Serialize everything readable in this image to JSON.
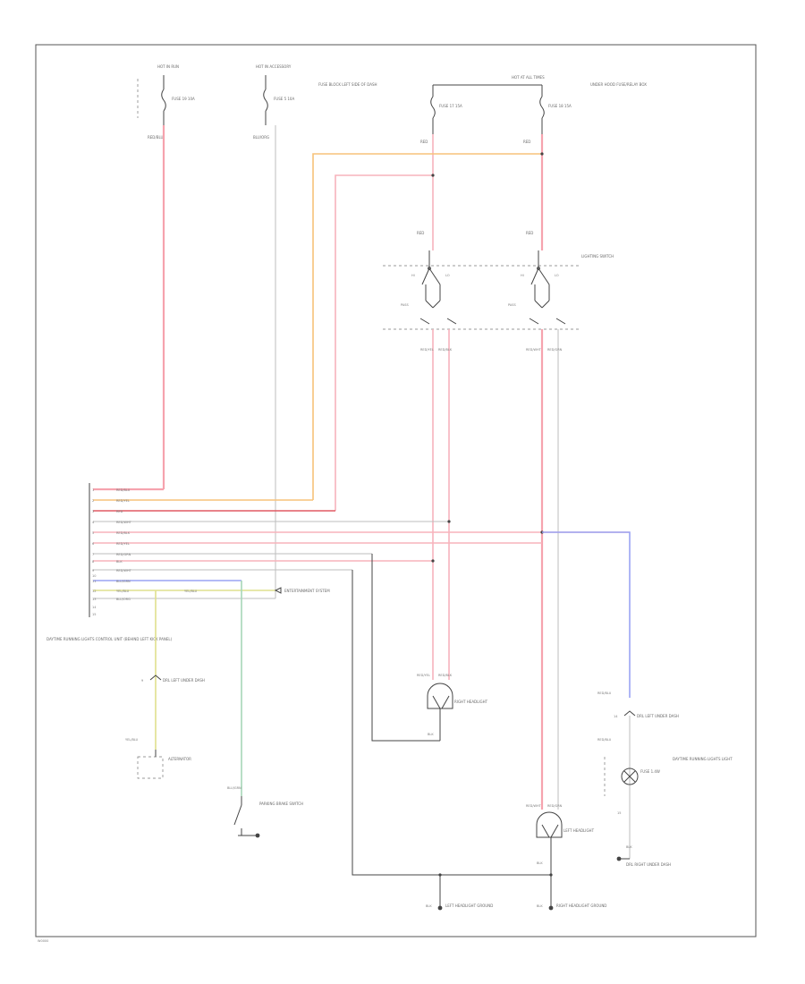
{
  "diagram": {
    "footer_code": "W0000",
    "fuse_left": {
      "header": "HOT IN RUN",
      "fuse": "FUSE 19 10A",
      "wire": "RED/BLU"
    },
    "fuse_mid": {
      "header": "HOT IN ACCESSORY",
      "fuse": "FUSE 5 10A",
      "side": "FUSE BLOCK LEFT SIDE OF DASH",
      "wire": "BLU/ORG"
    },
    "fuse_right": {
      "header": "HOT AT ALL TIMES",
      "fuse_a": "FUSE 17 15A",
      "fuse_b": "FUSE 18 15A",
      "side": "UNDER HOOD FUSE/RELAY BOX",
      "wire_a": "RED",
      "wire_b": "RED"
    },
    "lighting_switch": {
      "label": "LIGHTING SWITCH",
      "hi": "HI",
      "lo": "LO",
      "pass": "PASS"
    },
    "control_unit": {
      "label": "DAYTIME RUNNING LIGHTS CONTROL UNIT (BEHIND LEFT KICK PANEL)",
      "pins": [
        {
          "no": "1",
          "wire": "RED/BLU"
        },
        {
          "no": "2",
          "wire": "RED/YEL"
        },
        {
          "no": "3",
          "wire": "RED"
        },
        {
          "no": "4",
          "wire": "RED/WHT"
        },
        {
          "no": "5",
          "wire": "RED/BLK"
        },
        {
          "no": "6",
          "wire": "RED/YEL"
        },
        {
          "no": "7",
          "wire": "RED/GRN"
        },
        {
          "no": "8",
          "wire": "BLK"
        },
        {
          "no": "9",
          "wire": "RED/WHT"
        },
        {
          "no": "10",
          "wire": "BLK"
        },
        {
          "no": "11",
          "wire": "BLU/GRN"
        },
        {
          "no": "12",
          "wire": "YEL/BLU"
        },
        {
          "no": "13",
          "wire": "BLU/ORG"
        },
        {
          "no": "14",
          "wire": ""
        },
        {
          "no": "15",
          "wire": ""
        }
      ]
    },
    "entertainment": {
      "label": "ENTERTAINMENT SYSTEM",
      "wire": "YEL/BLU"
    },
    "left_conn": {
      "pin": "9",
      "label": "DRL LEFT UNDER DASH"
    },
    "alternator": {
      "label": "ALTERNATOR",
      "wire": "YEL/BLU"
    },
    "parking_brake": {
      "label": "PARKING BRAKE SWITCH",
      "wire": "BLU/GRN"
    },
    "right_headlight": {
      "label": "RIGHT HEADLIGHT",
      "wire_a": "RED/YEL",
      "wire_b": "RED/BLK",
      "ground": "BLK"
    },
    "left_headlight": {
      "label": "LEFT HEADLIGHT",
      "wire_a": "RED/WHT",
      "wire_b": "RED/GRN",
      "ground": "BLK"
    },
    "right_conn": {
      "pin": "14",
      "label": "DRL LEFT UNDER DASH",
      "wire_top": "RED/BLU",
      "wire_bot": "RED/BLU"
    },
    "dash_light": {
      "label": "DAYTIME RUNNING LIGHTS LIGHT",
      "fuse": "FUSE 1.4W"
    },
    "ground_left": {
      "label": "LEFT HEADLIGHT GROUND",
      "wire": "BLK"
    },
    "ground_right": {
      "label": "RIGHT HEADLIGHT GROUND",
      "wire": "BLK"
    },
    "ground_dash": {
      "label": "DRL RIGHT UNDER DASH",
      "wire": "BLK"
    }
  }
}
